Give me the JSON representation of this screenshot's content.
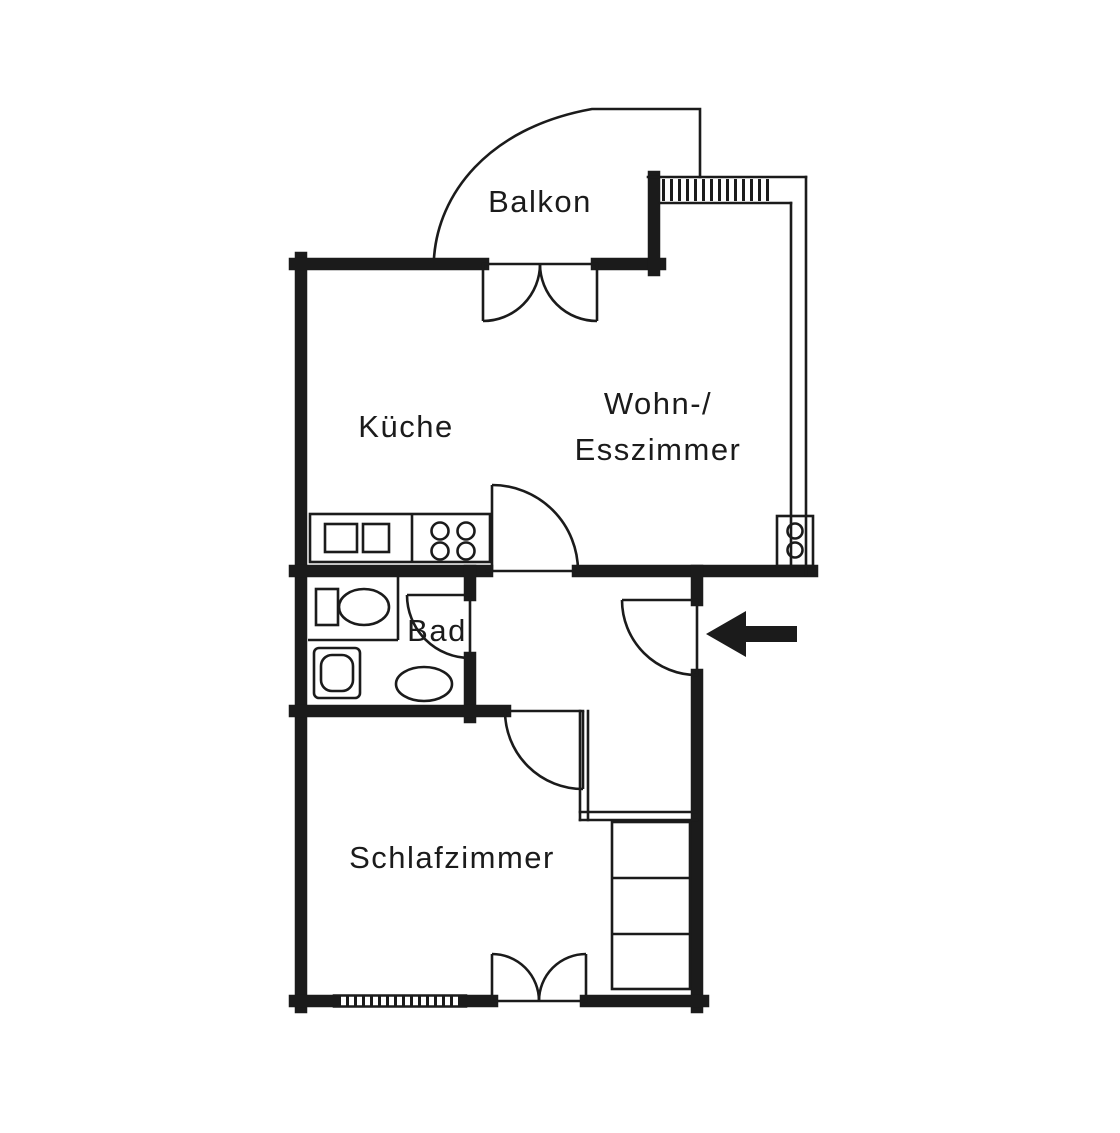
{
  "page": {
    "background_color": "#ffffff",
    "ink_color": "#1b1b1b",
    "kind": "apartment floor plan drawing"
  },
  "floorplan": {
    "rooms": {
      "balcony": {
        "label": "Balkon"
      },
      "kitchen": {
        "label": "Küche"
      },
      "living_dining": {
        "label_line1": "Wohn-/",
        "label_line2": "Esszimmer"
      },
      "bathroom": {
        "label": "Bad"
      },
      "bedroom": {
        "label": "Schlafzimmer"
      }
    },
    "symbols": [
      "entrance-arrow",
      "cooktop",
      "kitchen-sink",
      "toilet",
      "washbasin",
      "bidet",
      "wardrobe",
      "radiator",
      "window-hatch",
      "door-swing-arcs"
    ]
  }
}
